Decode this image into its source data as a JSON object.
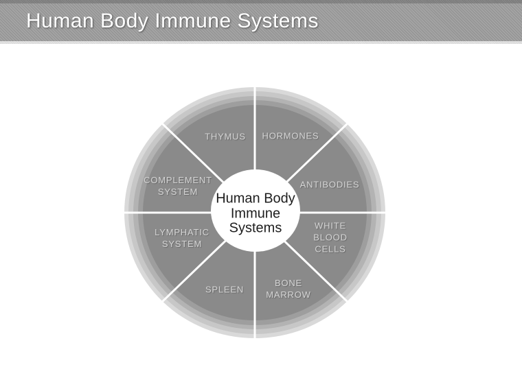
{
  "slide": {
    "title": "Human Body Immune Systems"
  },
  "header": {
    "background_color": "#9b9b9b",
    "top_strip_color": "#818181",
    "bottom_strip_color": "#dddddd",
    "text_color": "#ffffff"
  },
  "wheel": {
    "center_label": "Human Body\nImmune\nSystems",
    "segments": [
      {
        "label": "THYMUS"
      },
      {
        "label": "HORMONES"
      },
      {
        "label": "ANTIBODIES"
      },
      {
        "label": "WHITE\nBLOOD\nCELLS"
      },
      {
        "label": "BONE\nMARROW"
      },
      {
        "label": "SPLEEN"
      },
      {
        "label": "LYMPHATIC\nSYSTEM"
      },
      {
        "label": "COMPLEMENT\nSYSTEM"
      }
    ],
    "colors": {
      "disc": "#8a8a8a",
      "ring_inner": "#9e9e9e",
      "ring_mid": "#b3b3b3",
      "ring_outer": "#c7c7c7",
      "ring_outermost": "#d9d9d9",
      "divider": "#ffffff",
      "center_circle": "#ffffff",
      "segment_text": "#d5d5d5",
      "center_text": "#1d1d1d"
    }
  }
}
